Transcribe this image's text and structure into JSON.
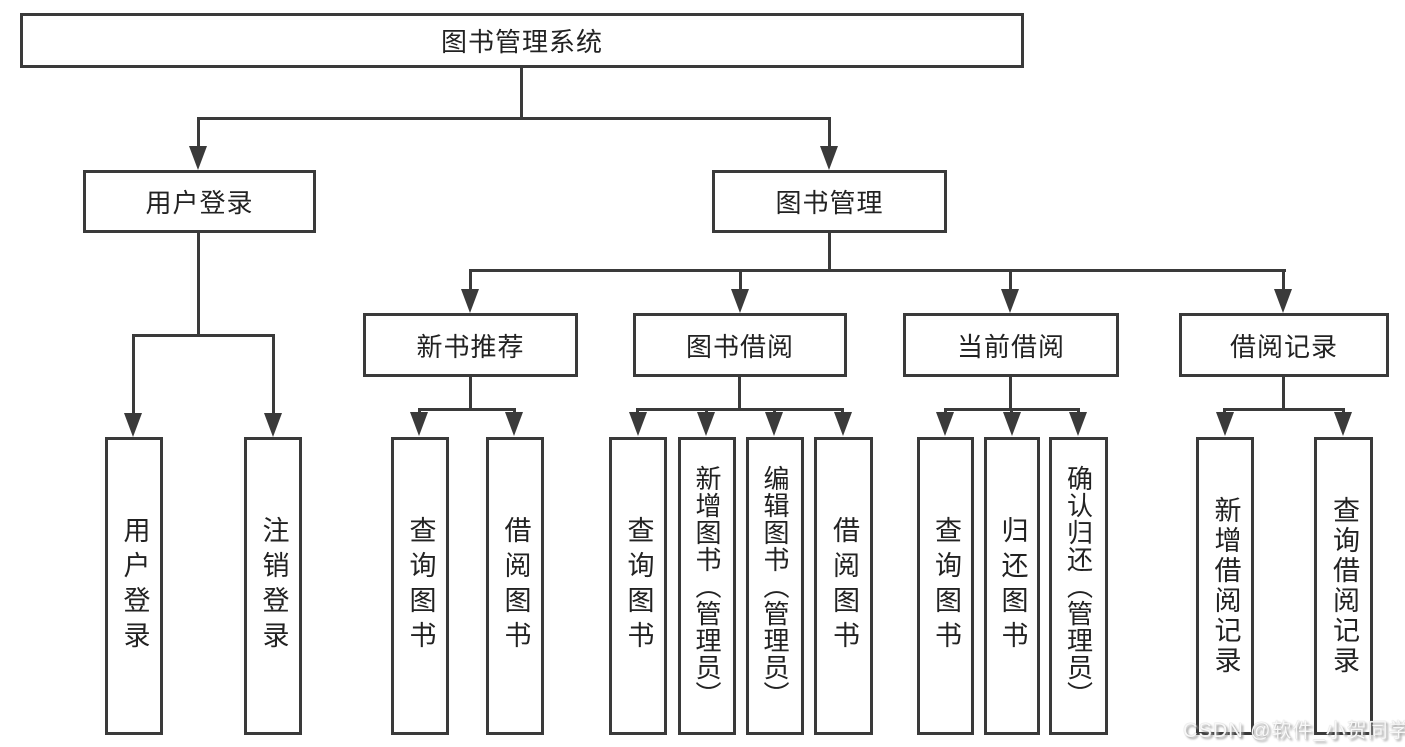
{
  "diagram": {
    "root": {
      "label": "图书管理系统"
    },
    "level2": [
      {
        "label": "用户登录"
      },
      {
        "label": "图书管理"
      }
    ],
    "level3": [
      {
        "label": "新书推荐",
        "parent": "图书管理"
      },
      {
        "label": "图书借阅",
        "parent": "图书管理"
      },
      {
        "label": "当前借阅",
        "parent": "图书管理"
      },
      {
        "label": "借阅记录",
        "parent": "图书管理"
      }
    ],
    "leaves": [
      {
        "label": "用户登录",
        "parent": "用户登录"
      },
      {
        "label": "注销登录",
        "parent": "用户登录"
      },
      {
        "label": "查询图书",
        "parent": "新书推荐"
      },
      {
        "label": "借阅图书",
        "parent": "新书推荐"
      },
      {
        "label": "查询图书",
        "parent": "图书借阅"
      },
      {
        "label": "新增图书（管理员）",
        "parent": "图书借阅"
      },
      {
        "label": "编辑图书（管理员）",
        "parent": "图书借阅"
      },
      {
        "label": "借阅图书",
        "parent": "图书借阅"
      },
      {
        "label": "查询图书",
        "parent": "当前借阅"
      },
      {
        "label": "归还图书",
        "parent": "当前借阅"
      },
      {
        "label": "确认归还（管理员）",
        "parent": "当前借阅"
      },
      {
        "label": "新增借阅记录",
        "parent": "借阅记录"
      },
      {
        "label": "查询借阅记录",
        "parent": "借阅记录"
      }
    ],
    "watermark": "CSDN @软件_小贺同学",
    "colors": {
      "line": "#3a3a3a",
      "text": "#222222",
      "background": "#ffffff",
      "watermark_text": "#f8f8f8",
      "watermark_shadow": "#9a9a9a"
    }
  }
}
